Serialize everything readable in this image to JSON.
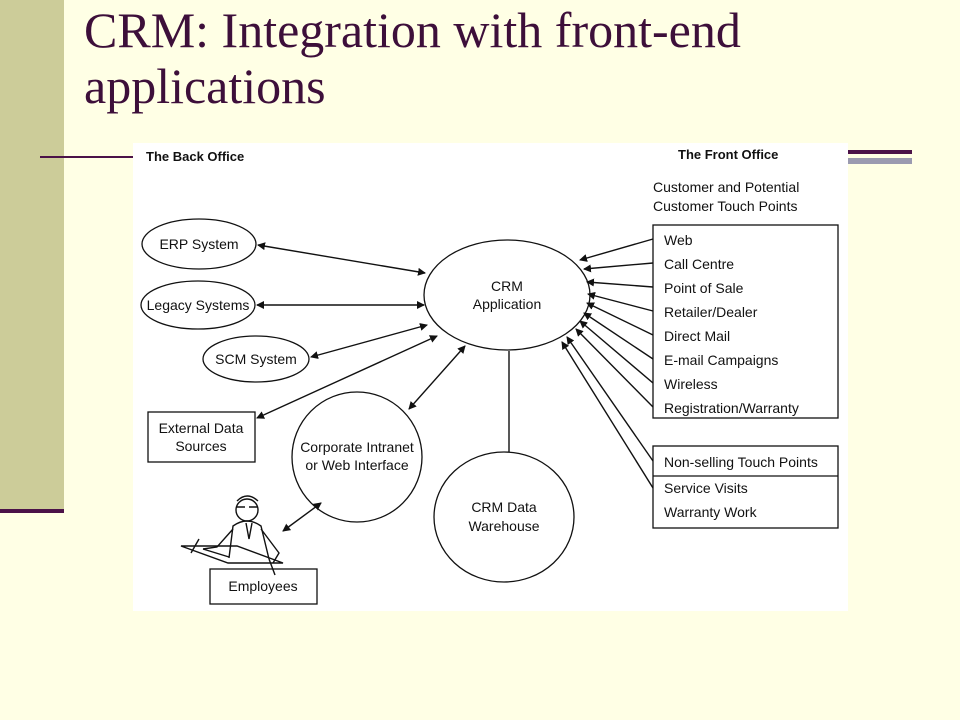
{
  "slide": {
    "title_line1": "CRM: Integration with front-end",
    "title_line2": "applications"
  },
  "diagram": {
    "back_office_header": "The Back Office",
    "front_office_header": "The Front Office",
    "crm_application": [
      "CRM",
      "Application"
    ],
    "erp": "ERP System",
    "legacy": "Legacy Systems",
    "scm": "SCM System",
    "external": [
      "External Data",
      "Sources"
    ],
    "intranet": [
      "Corporate Intranet",
      "or Web Interface"
    ],
    "warehouse": [
      "CRM Data",
      "Warehouse"
    ],
    "employees": "Employees",
    "customer_touch_header": [
      "Customer and Potential",
      "Customer Touch Points"
    ],
    "customer_touch_points": [
      "Web",
      "Call Centre",
      "Point of Sale",
      "Retailer/Dealer",
      "Direct Mail",
      "E-mail Campaigns",
      "Wireless",
      "Registration/Warranty"
    ],
    "non_selling_header": "Non-selling Touch Points",
    "non_selling_points": [
      "Service Visits",
      "Warranty Work"
    ]
  }
}
